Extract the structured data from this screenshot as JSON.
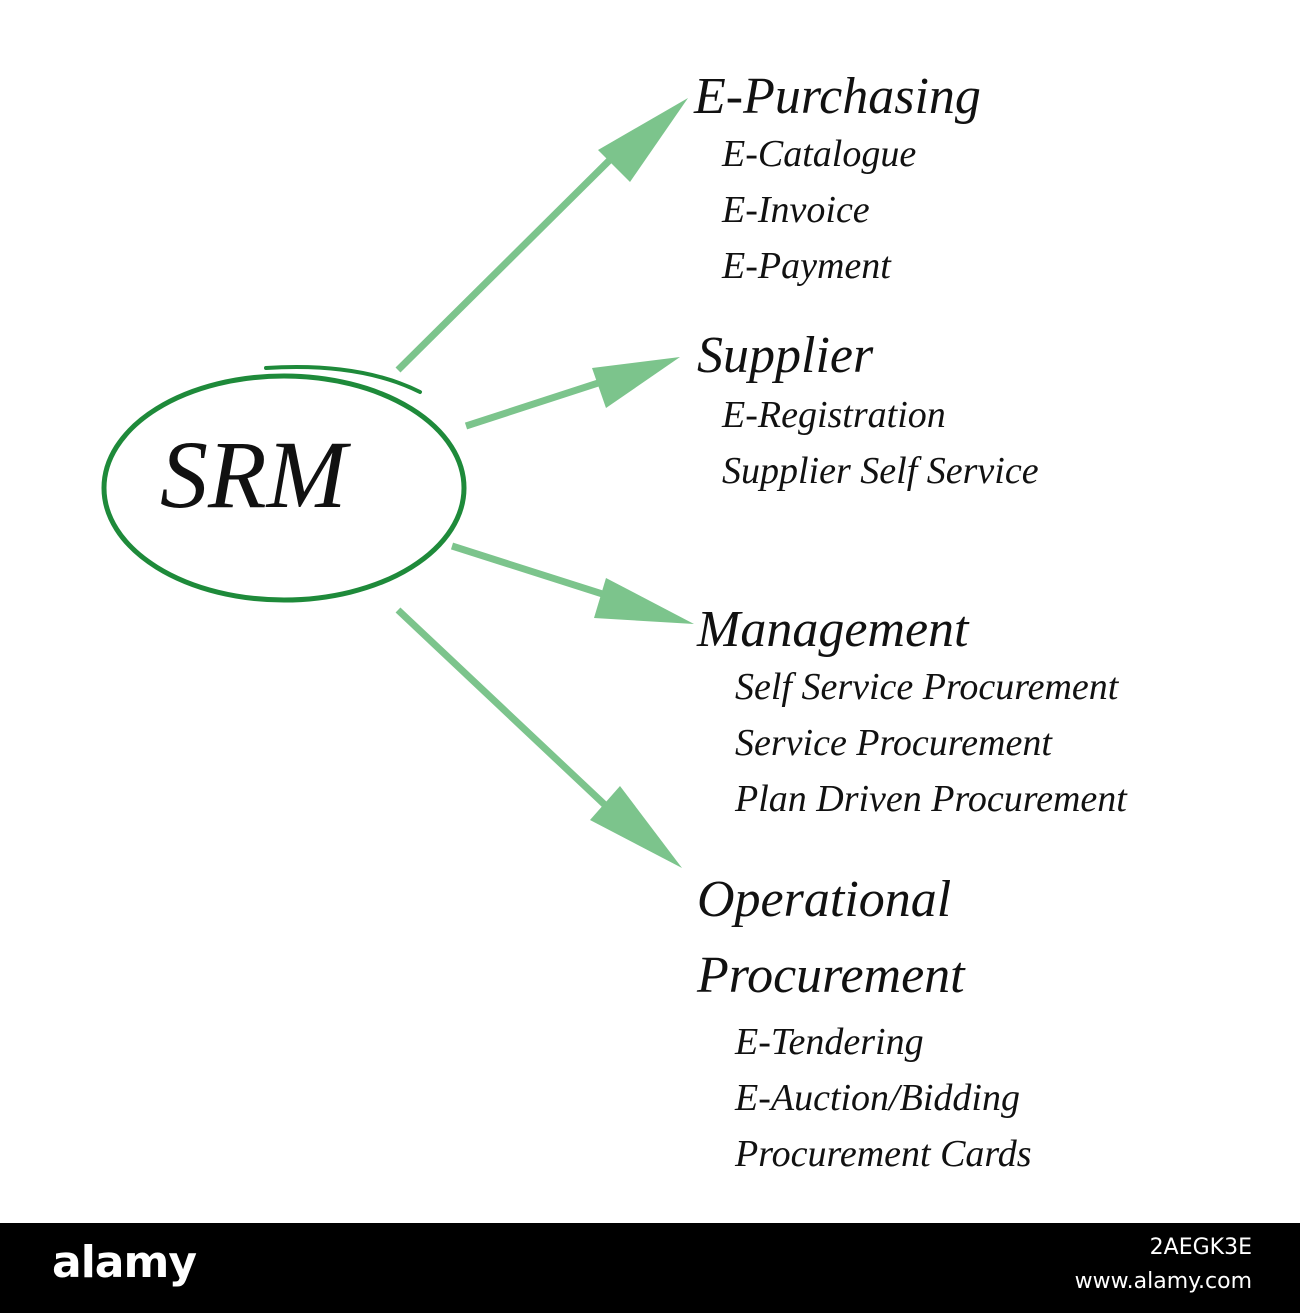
{
  "center": {
    "label": "SRM"
  },
  "branches": [
    {
      "title": "E-Purchasing",
      "items": [
        "E-Catalogue",
        "E-Invoice",
        "E-Payment"
      ]
    },
    {
      "title": "Supplier",
      "items": [
        "E-Registration",
        "Supplier Self Service"
      ]
    },
    {
      "title": "Management",
      "items": [
        "Self Service Procurement",
        "Service Procurement",
        "Plan Driven Procurement"
      ]
    },
    {
      "title_lines": [
        "Operational",
        "Procurement"
      ],
      "items": [
        "E-Tendering",
        "E-Auction/Bidding",
        "Procurement Cards"
      ]
    }
  ],
  "colors": {
    "ellipse": "#1e8a3a",
    "arrow": "#7cc48c",
    "text": "#111111",
    "footer_bg": "#000000",
    "footer_text": "#ffffff"
  },
  "footer": {
    "logo": "alamy",
    "image_id": "2AEGK3E",
    "url": "www.alamy.com"
  }
}
